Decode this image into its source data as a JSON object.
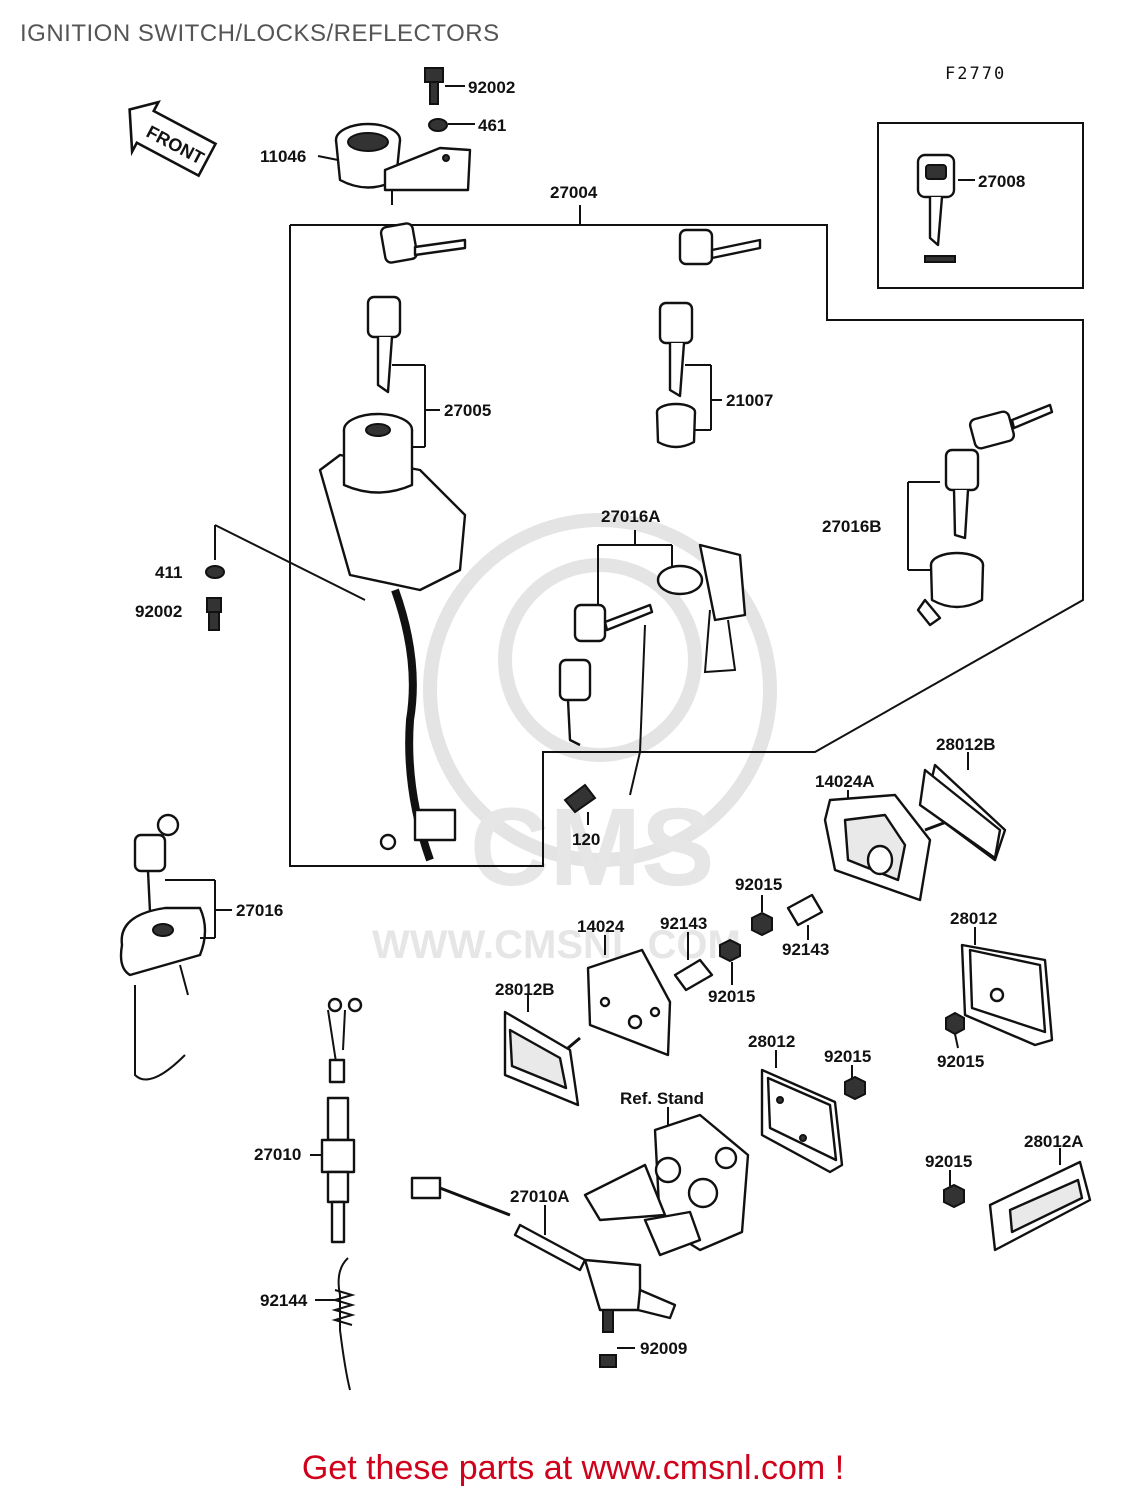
{
  "title": "IGNITION SWITCH/LOCKS/REFLECTORS",
  "figure_code": "F2770",
  "front_arrow_label": "FRONT",
  "watermark": {
    "brand": "CMS",
    "url": "WWW.CMSNL.COM"
  },
  "footer_text": "Get these parts at www.cmsnl.com !",
  "callouts": [
    {
      "id": "92002-top",
      "text": "92002"
    },
    {
      "id": "461",
      "text": "461"
    },
    {
      "id": "11046",
      "text": "11046"
    },
    {
      "id": "27004",
      "text": "27004"
    },
    {
      "id": "27008",
      "text": "27008"
    },
    {
      "id": "27005",
      "text": "27005"
    },
    {
      "id": "21007",
      "text": "21007"
    },
    {
      "id": "27016A",
      "text": "27016A"
    },
    {
      "id": "27016B",
      "text": "27016B"
    },
    {
      "id": "411",
      "text": "411"
    },
    {
      "id": "92002-left",
      "text": "92002"
    },
    {
      "id": "28012B-top",
      "text": "28012B"
    },
    {
      "id": "14024A",
      "text": "14024A"
    },
    {
      "id": "120",
      "text": "120"
    },
    {
      "id": "27016",
      "text": "27016"
    },
    {
      "id": "92015-a",
      "text": "92015"
    },
    {
      "id": "14024",
      "text": "14024"
    },
    {
      "id": "92143-a",
      "text": "92143"
    },
    {
      "id": "92143-b",
      "text": "92143"
    },
    {
      "id": "92015-b",
      "text": "92015"
    },
    {
      "id": "28012-right",
      "text": "28012"
    },
    {
      "id": "28012B-left",
      "text": "28012B"
    },
    {
      "id": "92015-c",
      "text": "92015"
    },
    {
      "id": "28012-mid",
      "text": "28012"
    },
    {
      "id": "92015-d",
      "text": "92015"
    },
    {
      "id": "ref-stand",
      "text": "Ref. Stand"
    },
    {
      "id": "27010",
      "text": "27010"
    },
    {
      "id": "27010A",
      "text": "27010A"
    },
    {
      "id": "28012A",
      "text": "28012A"
    },
    {
      "id": "92015-e",
      "text": "92015"
    },
    {
      "id": "92144",
      "text": "92144"
    },
    {
      "id": "92009",
      "text": "92009"
    }
  ]
}
